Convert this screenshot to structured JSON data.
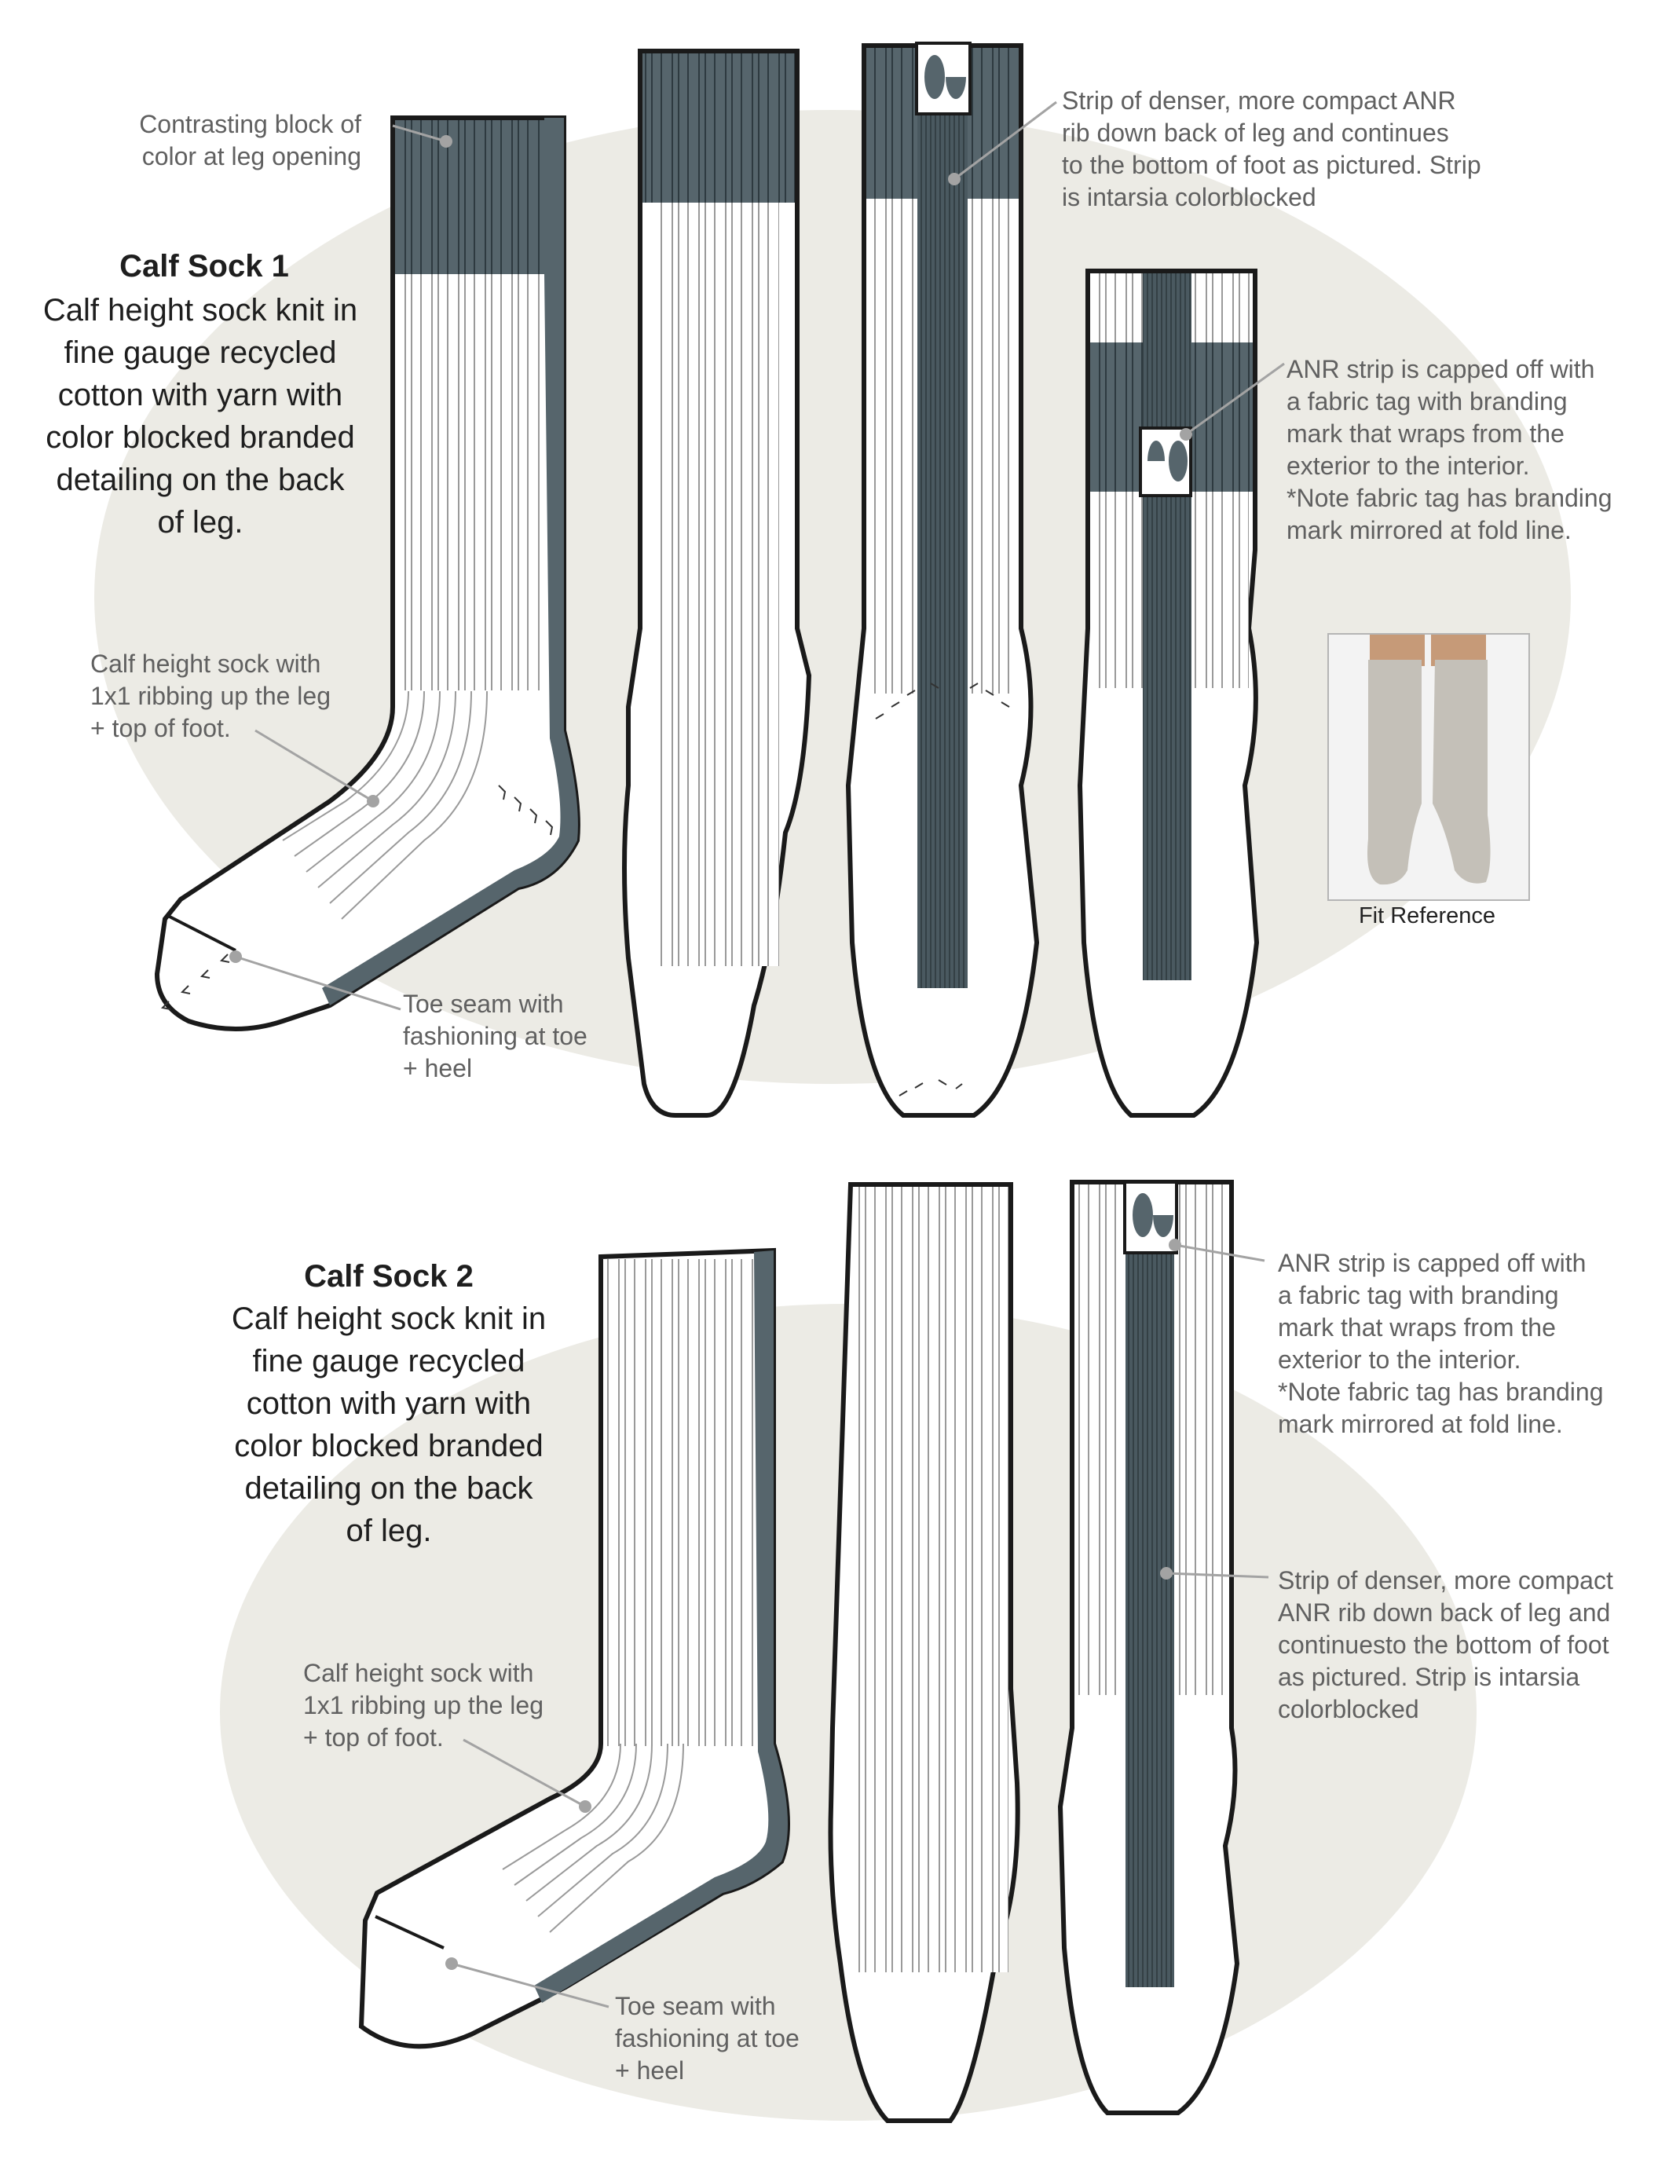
{
  "colors": {
    "background_blob": "#ECEBE5",
    "slate_block": "#56656C",
    "strip_dark": "#3E4C53",
    "outline": "#1A1A1A",
    "rib_line": "#9A9A9A",
    "callout_line": "#A3A3A3",
    "note_text": "#606060",
    "heading_text": "#1E1E1E"
  },
  "sock1": {
    "title": "Calf Sock 1",
    "description": "Calf height sock knit in\nfine gauge recycled\ncotton with yarn with\ncolor blocked branded\ndetailing on the back\nof leg.",
    "callouts": {
      "leg_opening": "Contrasting block of\ncolor at leg opening",
      "ribbing": "Calf height sock with\n1x1 ribbing up the leg\n+ top of foot.",
      "toe_seam": "Toe seam with\nfashioning at toe\n+ heel",
      "anr_strip": "Strip of denser, more compact ANR\nrib down back of leg and continues\nto the bottom of foot as pictured. Strip\nis intarsia colorblocked",
      "tag": "ANR strip is capped off with\na fabric tag with branding\nmark that wraps from the\nexterior to the interior.\n*Note fabric tag has branding\nmark mirrored at fold line."
    },
    "views": [
      "side-view",
      "front-view",
      "back-view",
      "back-detail-view"
    ]
  },
  "fit_reference": {
    "caption": "Fit Reference",
    "image_alt": "photo of legs wearing heather grey calf socks"
  },
  "sock2": {
    "title": "Calf Sock 2",
    "description": "Calf height sock knit in\nfine gauge recycled\ncotton with yarn with\ncolor blocked branded\ndetailing on the back\nof leg.",
    "callouts": {
      "tag": "ANR strip is capped off with\na fabric tag with branding\nmark that wraps from the\nexterior to the interior.\n*Note fabric tag has branding\nmark mirrored at fold line.",
      "anr_strip": "Strip of denser, more compact\nANR rib down back of leg and\ncontinuesto the bottom of foot\nas pictured. Strip is intarsia\ncolorblocked",
      "ribbing": "Calf height sock with\n1x1 ribbing up the leg\n+ top of foot.",
      "toe_seam": "Toe seam with\nfashioning at toe\n+ heel"
    },
    "views": [
      "side-view",
      "front-view",
      "back-view"
    ]
  }
}
